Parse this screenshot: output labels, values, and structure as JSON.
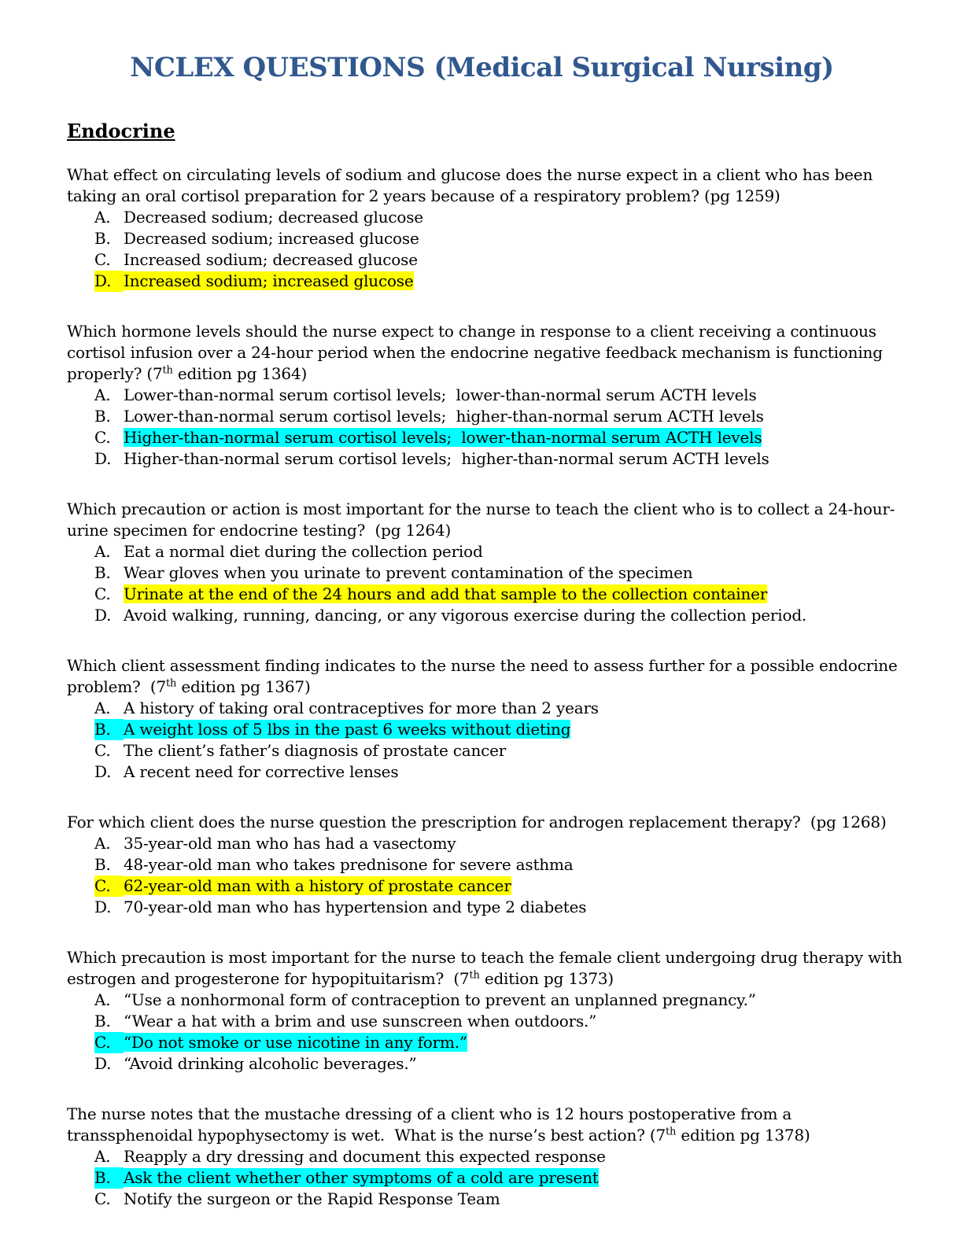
{
  "page": {
    "title": "NCLEX QUESTIONS (Medical Surgical Nursing)",
    "title_color": "#31588F",
    "section_heading": "Endocrine",
    "highlights": {
      "yellow": "#FFFF00",
      "cyan": "#00FFFF"
    }
  },
  "questions": [
    {
      "prompt": [
        {
          "text": "What effect on circulating levels of sodium and glucose does the nurse expect in a client who has been taking an oral cortisol preparation for 2 years because of a respiratory problem? (pg 1259)"
        }
      ],
      "options": [
        {
          "letter": "A.",
          "text": "Decreased sodium; decreased glucose",
          "highlight": "none",
          "letter_highlighted": false
        },
        {
          "letter": "B.",
          "text": "Decreased sodium; increased glucose",
          "highlight": "none",
          "letter_highlighted": false
        },
        {
          "letter": "C.",
          "text": "Increased sodium; decreased glucose",
          "highlight": "none",
          "letter_highlighted": false
        },
        {
          "letter": "D.",
          "text": "Increased sodium; increased glucose",
          "highlight": "yellow",
          "letter_highlighted": true
        }
      ]
    },
    {
      "prompt": [
        {
          "text": "Which hormone levels should the nurse expect to change in response to a client receiving a continuous cortisol infusion over a 24-hour period when the endocrine negative feedback mechanism is functioning properly? (7"
        },
        {
          "text": "th",
          "sup": true
        },
        {
          "text": " edition pg 1364)"
        }
      ],
      "options": [
        {
          "letter": "A.",
          "text": "Lower-than-normal serum cortisol levels;  lower-than-normal serum ACTH levels",
          "highlight": "none",
          "letter_highlighted": false
        },
        {
          "letter": "B.",
          "text": "Lower-than-normal serum cortisol levels;  higher-than-normal serum ACTH levels",
          "highlight": "none",
          "letter_highlighted": false
        },
        {
          "letter": "C.",
          "text": "Higher-than-normal serum cortisol levels;  lower-than-normal serum ACTH levels",
          "highlight": "cyan",
          "letter_highlighted": false
        },
        {
          "letter": "D.",
          "text": "Higher-than-normal serum cortisol levels;  higher-than-normal serum ACTH levels",
          "highlight": "none",
          "letter_highlighted": false
        }
      ]
    },
    {
      "prompt": [
        {
          "text": "Which precaution or action is most important for the nurse to teach the client who is to collect a 24-hour-urine specimen for endocrine testing?  (pg 1264)"
        }
      ],
      "options": [
        {
          "letter": "A.",
          "text": "Eat a normal diet during the collection period",
          "highlight": "none",
          "letter_highlighted": false
        },
        {
          "letter": "B.",
          "text": "Wear gloves when you urinate to prevent contamination of the specimen",
          "highlight": "none",
          "letter_highlighted": false
        },
        {
          "letter": "C.",
          "text": "Urinate at the end of the 24 hours and add that sample to the collection container",
          "highlight": "yellow",
          "letter_highlighted": false
        },
        {
          "letter": "D.",
          "text": "Avoid walking, running, dancing, or any vigorous exercise during the collection period.",
          "highlight": "none",
          "letter_highlighted": false
        }
      ]
    },
    {
      "prompt": [
        {
          "text": "Which client assessment finding indicates to the nurse the need to assess further for a possible endocrine problem?  (7"
        },
        {
          "text": "th",
          "sup": true
        },
        {
          "text": " edition pg 1367)"
        }
      ],
      "options": [
        {
          "letter": "A.",
          "text": "A history of taking oral contraceptives for more than 2 years",
          "highlight": "none",
          "letter_highlighted": false
        },
        {
          "letter": "B.",
          "text": "A weight loss of 5 lbs in the past 6 weeks without dieting",
          "highlight": "cyan",
          "letter_highlighted": true
        },
        {
          "letter": "C.",
          "text": "The client’s father’s diagnosis of prostate cancer",
          "highlight": "none",
          "letter_highlighted": false
        },
        {
          "letter": "D.",
          "text": "A recent need for corrective lenses",
          "highlight": "none",
          "letter_highlighted": false
        }
      ]
    },
    {
      "prompt": [
        {
          "text": "For which client does the nurse question the prescription for androgen replacement therapy?  (pg 1268)"
        }
      ],
      "options": [
        {
          "letter": "A.",
          "text": "35-year-old man who has had a vasectomy",
          "highlight": "none",
          "letter_highlighted": false
        },
        {
          "letter": "B.",
          "text": "48-year-old man who takes prednisone for severe asthma",
          "highlight": "none",
          "letter_highlighted": false
        },
        {
          "letter": "C.",
          "text": "62-year-old man with a history of prostate cancer",
          "highlight": "yellow",
          "letter_highlighted": true
        },
        {
          "letter": "D.",
          "text": "70-year-old man who has hypertension and type 2 diabetes",
          "highlight": "none",
          "letter_highlighted": false
        }
      ]
    },
    {
      "prompt": [
        {
          "text": "Which precaution is most important for the nurse to teach the female client undergoing drug therapy with estrogen and progesterone for hypopituitarism?  (7"
        },
        {
          "text": "th",
          "sup": true
        },
        {
          "text": " edition pg 1373)"
        }
      ],
      "options": [
        {
          "letter": "A.",
          "text": "“Use a nonhormonal form of contraception to prevent an unplanned pregnancy.”",
          "highlight": "none",
          "letter_highlighted": false
        },
        {
          "letter": "B.",
          "text": "“Wear a hat with a brim and use sunscreen when outdoors.”",
          "highlight": "none",
          "letter_highlighted": false
        },
        {
          "letter": "C.",
          "text": "“Do not smoke or use nicotine in any form.”",
          "highlight": "cyan",
          "letter_highlighted": true
        },
        {
          "letter": "D.",
          "text": "“Avoid drinking alcoholic beverages.”",
          "highlight": "none",
          "letter_highlighted": false
        }
      ]
    },
    {
      "prompt": [
        {
          "text": "The nurse notes that the mustache dressing of a client who is 12 hours postoperative from a transsphenoidal hypophysectomy is wet.  What is the nurse’s best action? (7"
        },
        {
          "text": "th",
          "sup": true
        },
        {
          "text": " edition pg 1378)"
        }
      ],
      "options": [
        {
          "letter": "A.",
          "text": "Reapply a dry dressing and document this expected response",
          "highlight": "none",
          "letter_highlighted": false
        },
        {
          "letter": "B.",
          "text": "Ask the client whether other symptoms of a cold are present",
          "highlight": "cyan",
          "letter_highlighted": true
        },
        {
          "letter": "C.",
          "text": "Notify the surgeon or the Rapid Response Team",
          "highlight": "none",
          "letter_highlighted": false
        }
      ]
    }
  ]
}
